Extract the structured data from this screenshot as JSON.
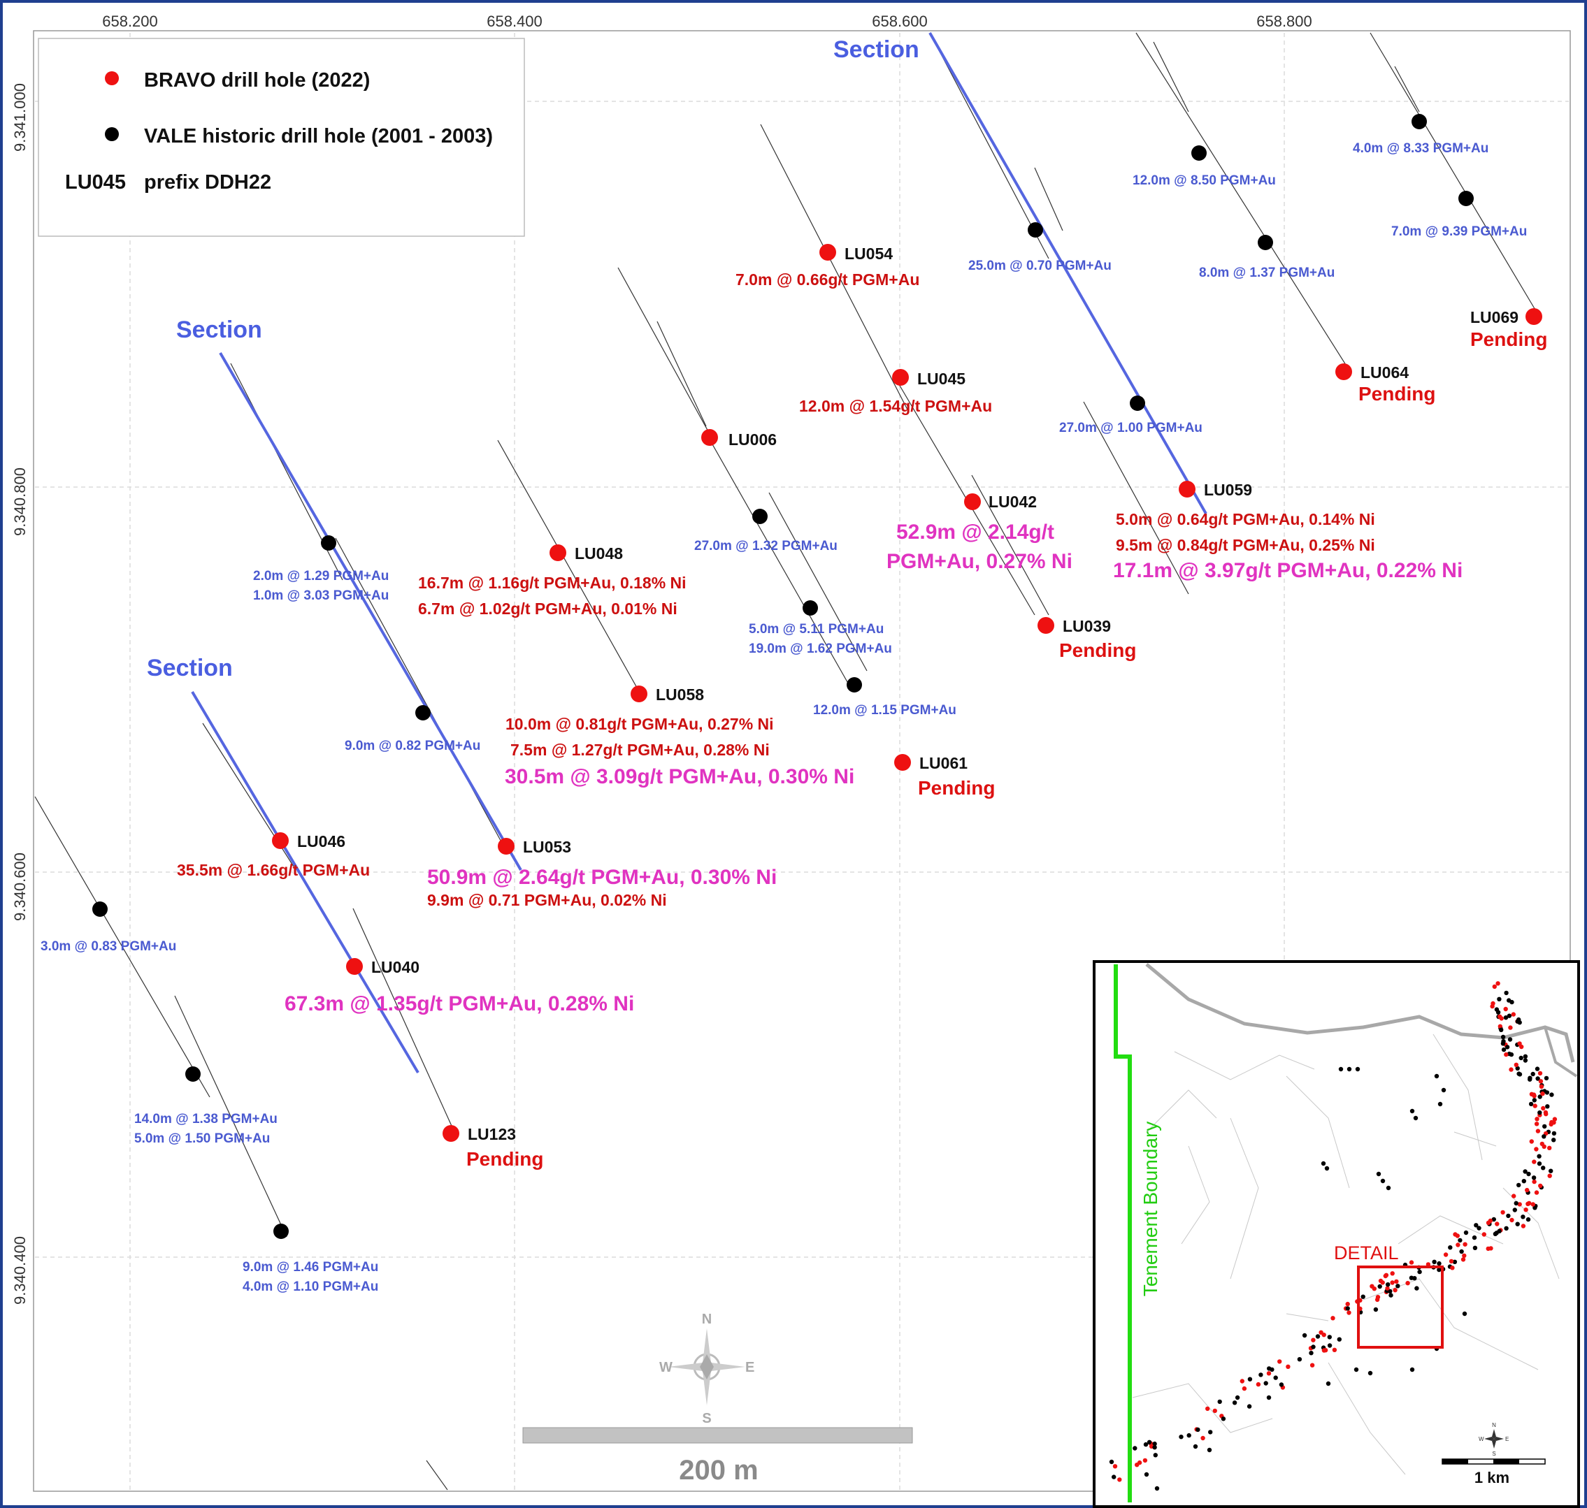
{
  "colors": {
    "border": "#1f3f8f",
    "bravo": "#ee1111",
    "vale": "#000000",
    "section_line": "#5566e0",
    "section_label": "#4a5ee0",
    "result_blue": "#4a5ad0",
    "result_red": "#cc1010",
    "result_magenta": "#e033c0",
    "pending": "#dd1111",
    "grid": "#d9d9d9",
    "tenement": "#22dd11",
    "river": "#a8a8a8"
  },
  "axes": {
    "easting_labels": [
      "658.200",
      "658.400",
      "658.600",
      "658.800"
    ],
    "northing_labels": [
      "9.341.000",
      "9.340.800",
      "9.340.600",
      "9.340.400"
    ]
  },
  "legend": {
    "bravo_label": "BRAVO drill hole (2022)",
    "vale_label": "VALE historic drill hole (2001 - 2003)",
    "prefix_code": "LU045",
    "prefix_label": "prefix DDH22"
  },
  "section_labels": [
    "Section",
    "Section",
    "Section"
  ],
  "bravo_holes": [
    {
      "id": "LU054",
      "results": [
        {
          "text": "7.0m @ 0.66g/t PGM+Au",
          "style": "red"
        }
      ]
    },
    {
      "id": "LU045",
      "results": [
        {
          "text": "12.0m @ 1.54g/t PGM+Au",
          "style": "red"
        }
      ]
    },
    {
      "id": "LU006",
      "results": []
    },
    {
      "id": "LU042",
      "results": [
        {
          "text": "52.9m @ 2.14g/t",
          "style": "magenta"
        },
        {
          "text": "PGM+Au, 0.27% Ni",
          "style": "magenta"
        }
      ]
    },
    {
      "id": "LU059",
      "results": [
        {
          "text": "5.0m @ 0.64g/t PGM+Au, 0.14% Ni",
          "style": "red"
        },
        {
          "text": "9.5m @ 0.84g/t PGM+Au, 0.25% Ni",
          "style": "red"
        },
        {
          "text": "17.1m @ 3.97g/t PGM+Au, 0.22% Ni",
          "style": "magenta"
        }
      ]
    },
    {
      "id": "LU048",
      "results": [
        {
          "text": "16.7m @ 1.16g/t PGM+Au, 0.18% Ni",
          "style": "red"
        },
        {
          "text": "6.7m @ 1.02g/t PGM+Au, 0.01% Ni",
          "style": "red"
        }
      ]
    },
    {
      "id": "LU058",
      "results": [
        {
          "text": "10.0m @ 0.81g/t PGM+Au, 0.27% Ni",
          "style": "red"
        },
        {
          "text": "7.5m @ 1.27g/t PGM+Au, 0.28% Ni",
          "style": "red"
        },
        {
          "text": "30.5m @ 3.09g/t PGM+Au, 0.30% Ni",
          "style": "magenta"
        }
      ]
    },
    {
      "id": "LU039",
      "results": [
        {
          "text": "Pending",
          "style": "pending"
        }
      ]
    },
    {
      "id": "LU061",
      "results": [
        {
          "text": "Pending",
          "style": "pending"
        }
      ]
    },
    {
      "id": "LU064",
      "results": [
        {
          "text": "Pending",
          "style": "pending"
        }
      ]
    },
    {
      "id": "LU069",
      "results": [
        {
          "text": "Pending",
          "style": "pending"
        }
      ]
    },
    {
      "id": "LU046",
      "results": [
        {
          "text": "35.5m @ 1.66g/t PGM+Au",
          "style": "red"
        }
      ]
    },
    {
      "id": "LU053",
      "results": [
        {
          "text": "50.9m @ 2.64g/t PGM+Au, 0.30% Ni",
          "style": "magenta"
        },
        {
          "text": "9.9m @ 0.71 PGM+Au, 0.02% Ni",
          "style": "red"
        }
      ]
    },
    {
      "id": "LU040",
      "results": [
        {
          "text": "67.3m @ 1.35g/t PGM+Au, 0.28% Ni",
          "style": "magenta"
        }
      ]
    },
    {
      "id": "LU123",
      "results": [
        {
          "text": "Pending",
          "style": "pending"
        }
      ]
    }
  ],
  "vale_holes": [
    {
      "results": [
        "4.0m @ 8.33 PGM+Au"
      ]
    },
    {
      "results": [
        "12.0m @ 8.50 PGM+Au"
      ]
    },
    {
      "results": [
        "7.0m @ 9.39 PGM+Au"
      ]
    },
    {
      "results": [
        "25.0m @ 0.70 PGM+Au"
      ]
    },
    {
      "results": [
        "8.0m @ 1.37 PGM+Au"
      ]
    },
    {
      "results": [
        "27.0m @ 1.00 PGM+Au"
      ]
    },
    {
      "results": [
        "27.0m @ 1.32 PGM+Au"
      ]
    },
    {
      "results": [
        "5.0m @ 5.11 PGM+Au",
        "19.0m @ 1.62 PGM+Au"
      ]
    },
    {
      "results": [
        "12.0m @ 1.15 PGM+Au"
      ]
    },
    {
      "results": [
        "2.0m @ 1.29 PGM+Au",
        "1.0m @ 3.03 PGM+Au"
      ]
    },
    {
      "results": [
        "9.0m @ 0.82 PGM+Au"
      ]
    },
    {
      "results": [
        "3.0m @ 0.83 PGM+Au"
      ]
    },
    {
      "results": [
        "14.0m @ 1.38 PGM+Au",
        "5.0m @ 1.50 PGM+Au"
      ]
    },
    {
      "results": [
        "9.0m @ 1.46 PGM+Au",
        "4.0m @ 1.10 PGM+Au"
      ]
    }
  ],
  "compass": {
    "n": "N",
    "s": "S",
    "e": "E",
    "w": "W"
  },
  "scale_bar": {
    "label": "200 m"
  },
  "inset": {
    "tenement_label": "Tenement Boundary",
    "detail_label": "DETAIL",
    "scale_label": "1 km",
    "compass": {
      "n": "N",
      "s": "S",
      "e": "E",
      "w": "W"
    }
  }
}
